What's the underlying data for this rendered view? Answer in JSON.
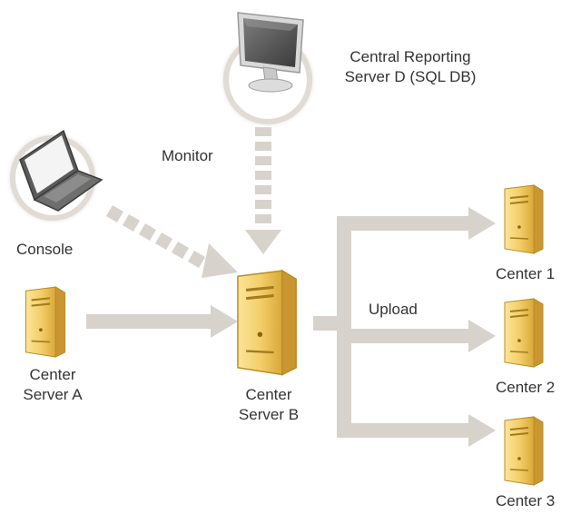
{
  "labels": {
    "central_reporting_line1": "Central Reporting",
    "central_reporting_line2": "Server D (SQL DB)",
    "monitor": "Monitor",
    "console": "Console",
    "center_server_a_line1": "Center",
    "center_server_a_line2": "Server A",
    "center_server_b_line1": "Center",
    "center_server_b_line2": "Server B",
    "upload": "Upload",
    "center_1": "Center 1",
    "center_2": "Center 2",
    "center_3": "Center 3"
  },
  "icons": {
    "monitor": "desktop-monitor-icon",
    "laptop": "laptop-icon",
    "server": "server-tower-icon"
  },
  "colors": {
    "server_fill": "#f3cf6a",
    "server_stroke": "#b98d25",
    "arrow": "#d8d2cc",
    "halo": "#e2ddd8",
    "text": "#333333"
  }
}
